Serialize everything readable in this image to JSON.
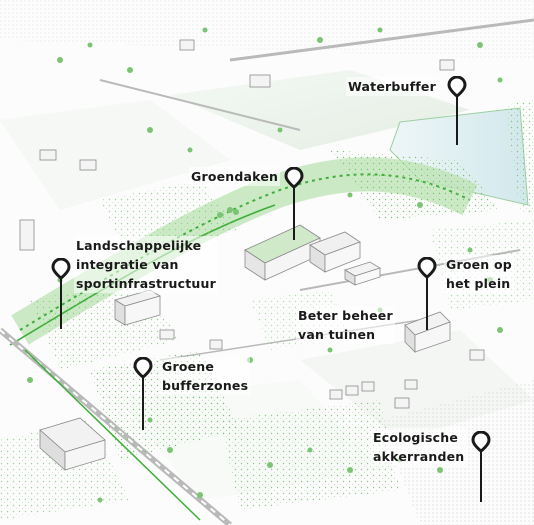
{
  "labels": {
    "waterbuffer": [
      "Waterbuffer"
    ],
    "groendaken": [
      "Groendaken"
    ],
    "landschappelijke": [
      "Landschappelijke",
      "integratie van",
      "sportinfrastructuur"
    ],
    "groen_plein": [
      "Groen op",
      "het plein"
    ],
    "beter_beheer": [
      "Beter beheer",
      "van tuinen"
    ],
    "groene_bufferzones": [
      "Groene",
      "bufferzones"
    ],
    "ecologische": [
      "Ecologische",
      "akkerranden"
    ]
  },
  "colors": {
    "green": "#3fae3a",
    "light_green": "#bfe3b7",
    "water": "#d8ecef",
    "building": "#f2f2f2",
    "outline": "#8a8a8a",
    "ink": "#1a1a1a"
  }
}
